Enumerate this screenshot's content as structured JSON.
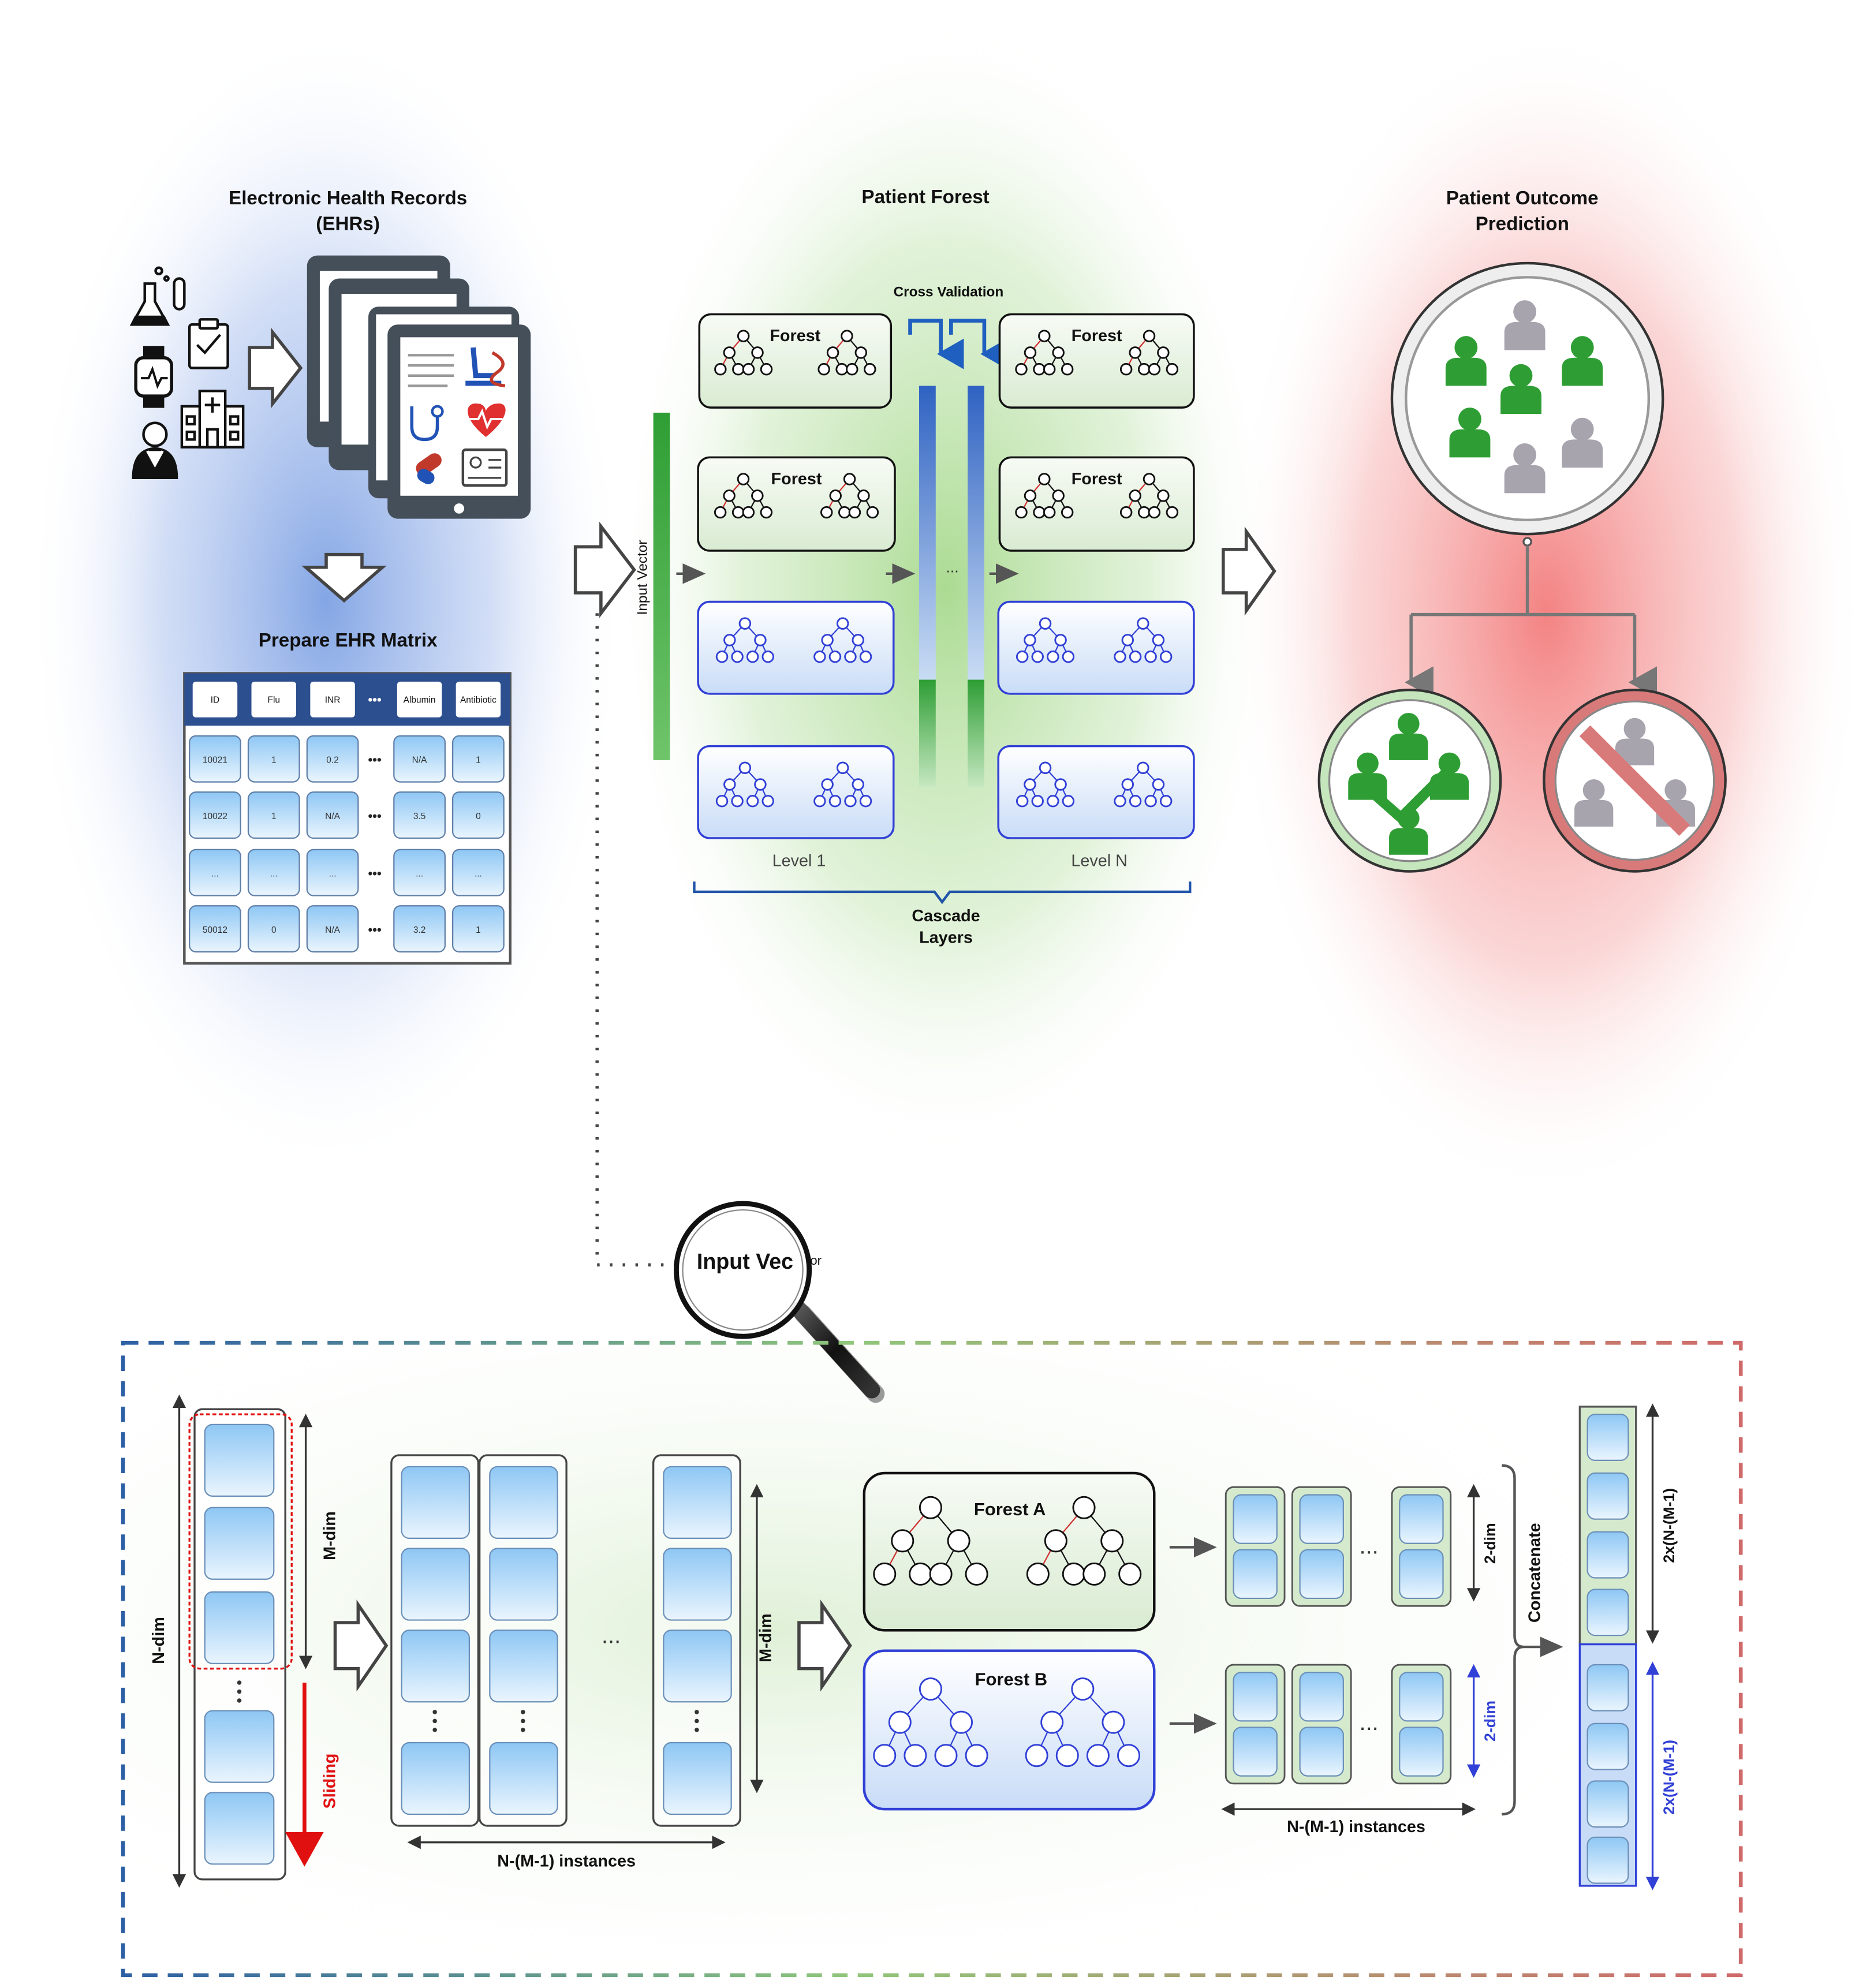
{
  "panels": {
    "ehr": {
      "title_line1": "Electronic Health Records",
      "title_line2": "(EHRs)"
    },
    "forest": {
      "title": "Patient Forest"
    },
    "outcome": {
      "title_line1": "Patient Outcome",
      "title_line2": "Prediction"
    }
  },
  "matrix": {
    "title": "Prepare EHR Matrix",
    "headers": [
      "ID",
      "Flu",
      "INR",
      "Albumin",
      "Antibiotic"
    ],
    "rows": [
      [
        "10021",
        "1",
        "0.2",
        "N/A",
        "1"
      ],
      [
        "10022",
        "1",
        "N/A",
        "3.5",
        "0"
      ],
      [
        "...",
        "...",
        "...",
        "...",
        "..."
      ],
      [
        "50012",
        "0",
        "N/A",
        "3.2",
        "1"
      ]
    ]
  },
  "cascade": {
    "cross_validation": "Cross Validation",
    "input_vector": "Input Vector",
    "forest_label": "Forest",
    "level_1": "Level 1",
    "level_n": "Level N",
    "cascade_line1": "Cascade",
    "cascade_line2": "Layers",
    "ellipsis": "..."
  },
  "magnifier": {
    "text_big": "Input Vec",
    "text_small": "tor"
  },
  "detail": {
    "n_dim": "N-dim",
    "m_dim": "M-dim",
    "sliding": "Sliding",
    "instances": "N-(M-1) instances",
    "forest_a": "Forest A",
    "forest_b": "Forest B",
    "two_dim": "2-dim",
    "concatenate": "Concatenate",
    "two_x": "2x(N-(M-1)"
  },
  "colors": {
    "green": "#2e9e34",
    "blue": "#3140d6",
    "red": "#e01010",
    "dark_blue": "#1f5fbf"
  }
}
